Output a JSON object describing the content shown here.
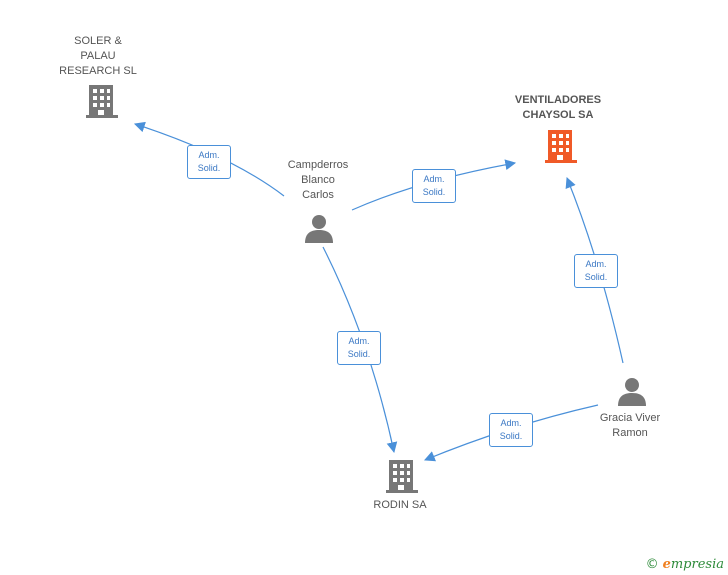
{
  "colors": {
    "edge": "#4a90d9",
    "node": "#777777",
    "highlight": "#f05a28"
  },
  "nodes": {
    "soler": {
      "label": "SOLER &\nPALAU\nRESEARCH SL",
      "icon": "building-icon"
    },
    "ventiladores": {
      "label": "VENTILADORES\nCHAYSOL SA",
      "icon": "building-icon"
    },
    "campderros": {
      "label": "Campderros\nBlanco\nCarlos",
      "icon": "person-icon"
    },
    "gracia": {
      "label": "Gracia Viver\nRamon",
      "icon": "person-icon"
    },
    "rodin": {
      "label": "RODIN SA",
      "icon": "building-icon"
    }
  },
  "edges": {
    "e1": {
      "line1": "Adm.",
      "line2": "Solid."
    },
    "e2": {
      "line1": "Adm.",
      "line2": "Solid."
    },
    "e3": {
      "line1": "Adm.",
      "line2": "Solid."
    },
    "e4": {
      "line1": "Adm.",
      "line2": "Solid."
    },
    "e5": {
      "line1": "Adm.",
      "line2": "Solid."
    }
  },
  "footer": {
    "copyright": "©",
    "brand_initial": "e",
    "brand_rest": "mpresia"
  }
}
